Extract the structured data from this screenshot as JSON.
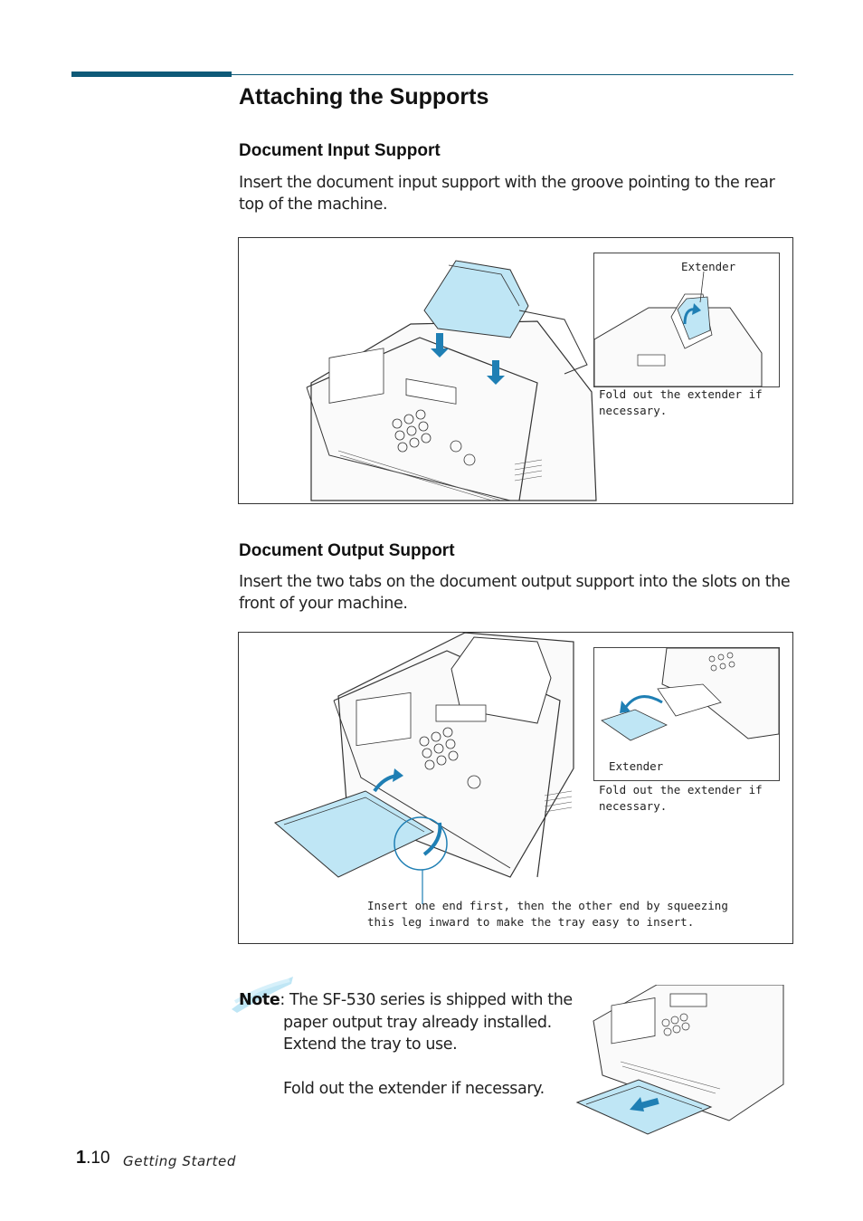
{
  "page": {
    "title": "Attaching the Supports",
    "sections": [
      {
        "heading": "Document Input Support",
        "body": "Insert the document input support with the groove pointing to the rear top of the machine.",
        "figure": {
          "inset_label": "Extender",
          "inset_caption": "Fold out the extender if necessary."
        }
      },
      {
        "heading": "Document Output Support",
        "body": "Insert the two tabs on the document output support into the slots on the front of your machine.",
        "figure": {
          "inset_label": "Extender",
          "inset_caption": "Fold out the extender if necessary.",
          "callout": "Insert one end first, then the other end by squeezing this leg inward to make the tray easy to insert."
        }
      }
    ],
    "note": {
      "label": "Note",
      "text": ": The SF-530 series is shipped with the",
      "lines": [
        "paper output tray already installed.",
        "Extend the tray to use."
      ],
      "extra": "Fold out the extender if necessary."
    },
    "footer": {
      "page_major": "1",
      "page_minor": ".10",
      "section": "Getting Started"
    },
    "colors": {
      "accent": "#0e5a78",
      "support_fill": "#bfe6f5",
      "arrow": "#1f7fb4"
    },
    "icons": [
      "fax-machine-illustration",
      "arrow-down-icon",
      "curved-arrow-icon",
      "output-tray-illustration"
    ]
  }
}
